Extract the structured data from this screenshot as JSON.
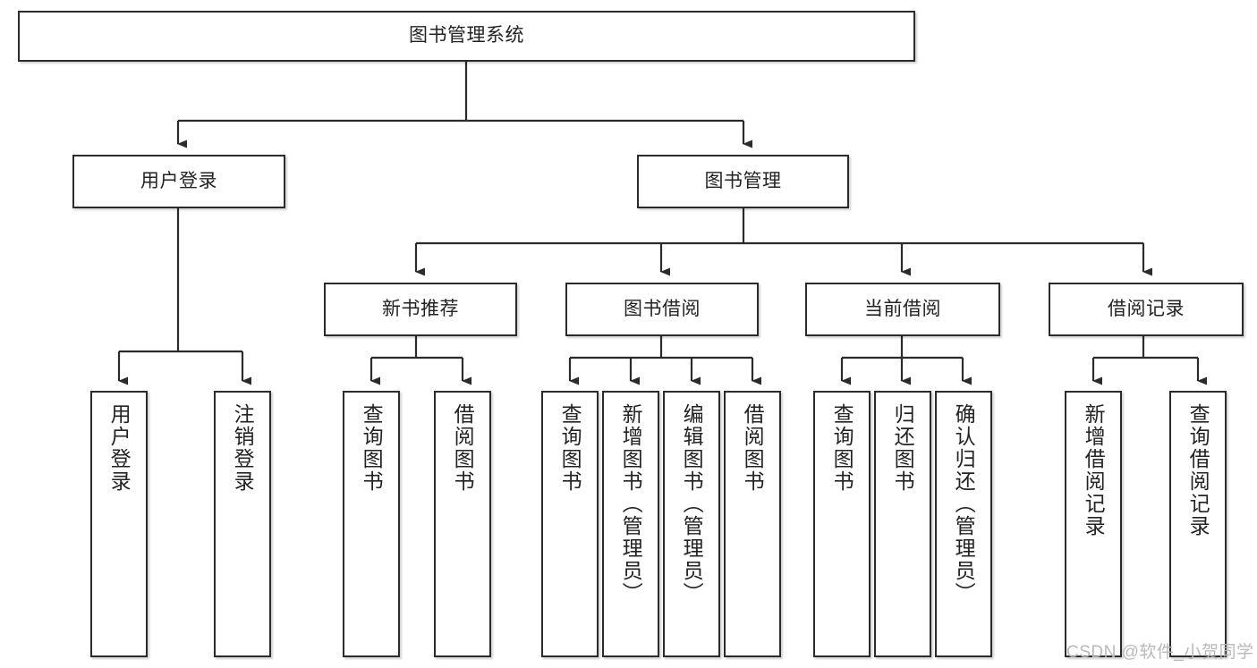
{
  "diagram": {
    "title": "图书管理系统",
    "type": "tree-hierarchy-chart",
    "watermark": "CSDN @软件_小贺同学",
    "colors": {
      "box_border": "#2b2b2b",
      "box_fill": "#ffffff",
      "line": "#2b2b2b",
      "text": "#232323",
      "watermark": "#b9b9b9",
      "background": "#ffffff"
    }
  },
  "nodes": {
    "root": {
      "label": "图书管理系统"
    },
    "level2": [
      {
        "label": "用户登录"
      },
      {
        "label": "图书管理"
      }
    ],
    "level3": [
      {
        "label": "新书推荐"
      },
      {
        "label": "图书借阅"
      },
      {
        "label": "当前借阅"
      },
      {
        "label": "借阅记录"
      }
    ],
    "leaves": {
      "user_login": [
        {
          "label": "用户登录"
        },
        {
          "label": "注销登录"
        }
      ],
      "new_book_recommend": [
        {
          "label": "查询图书"
        },
        {
          "label": "借阅图书"
        }
      ],
      "book_borrow": [
        {
          "label": "查询图书"
        },
        {
          "label": "新增图书（管理员）"
        },
        {
          "label": "编辑图书（管理员）"
        },
        {
          "label": "借阅图书"
        }
      ],
      "current_borrow": [
        {
          "label": "查询图书"
        },
        {
          "label": "归还图书"
        },
        {
          "label": "确认归还（管理员）"
        }
      ],
      "borrow_records": [
        {
          "label": "新增借阅记录"
        },
        {
          "label": "查询借阅记录"
        }
      ]
    }
  }
}
